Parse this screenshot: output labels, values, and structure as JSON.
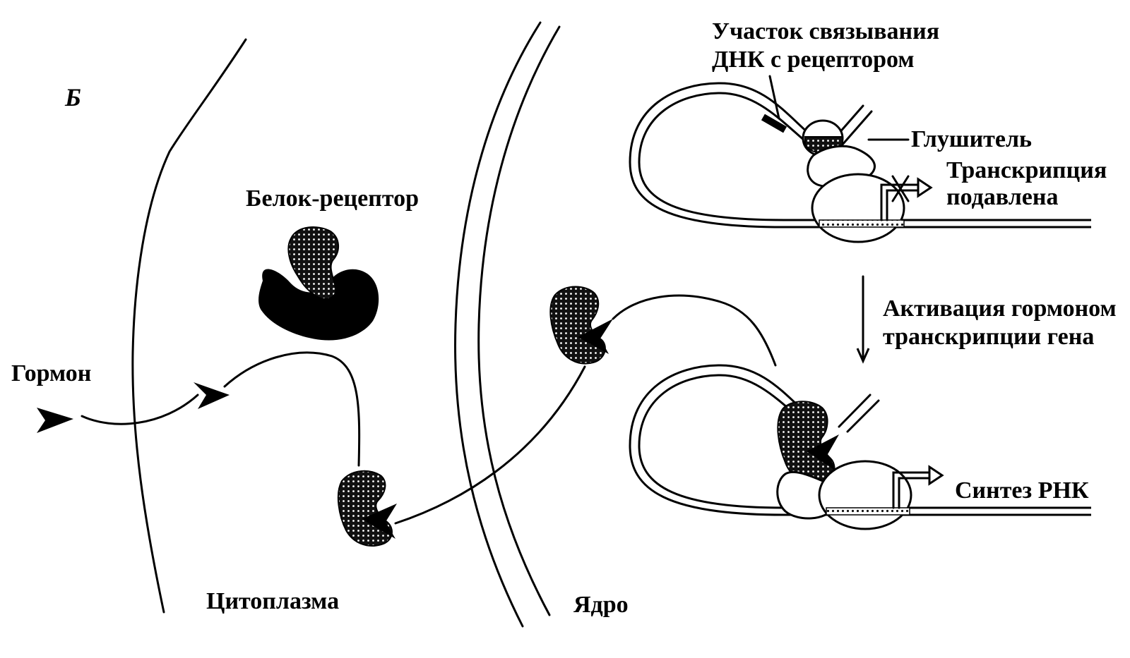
{
  "panel_letter": "Б",
  "labels": {
    "hormone": "Гормон",
    "receptor_protein": "Белок-рецептор",
    "cytoplasm": "Цитоплазма",
    "nucleus": "Ядро",
    "binding_site_line1": "Участок связывания",
    "binding_site_line2": "ДНК с рецептором",
    "silencer": "Глушитель",
    "transcription_line1": "Транскрипция",
    "transcription_line2": "подавлена",
    "activation_line1": "Активация гормоном",
    "activation_line2": "транскрипции гена",
    "rna_synthesis": "Синтез РНК"
  }
}
